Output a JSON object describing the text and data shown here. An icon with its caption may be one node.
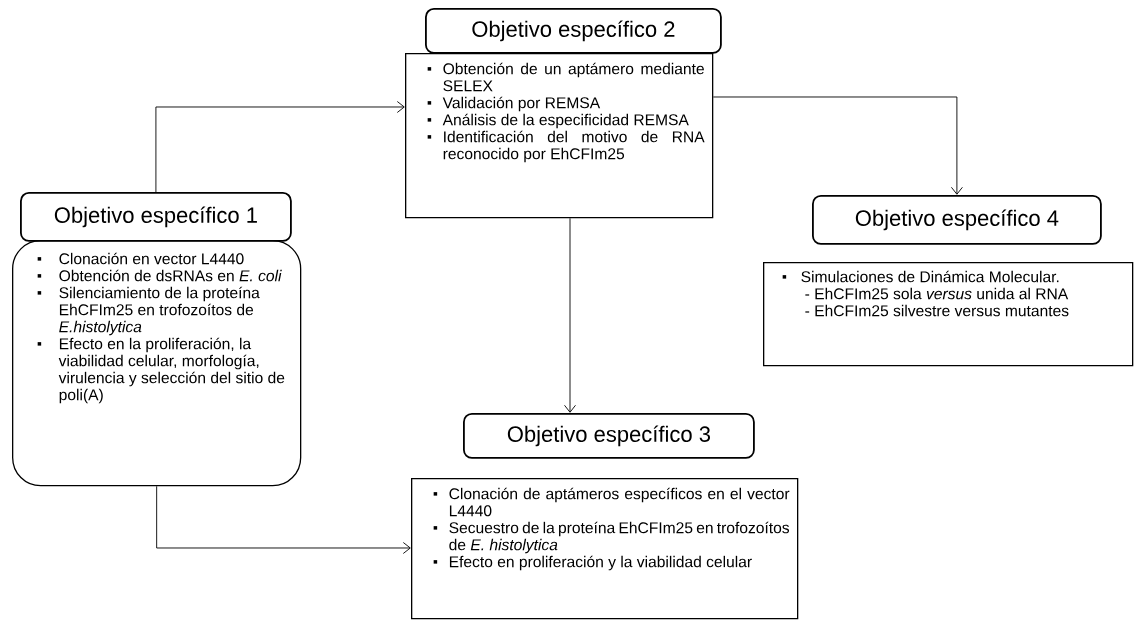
{
  "diagram": {
    "nodes": [
      {
        "text": [
          "Objetivo específico 2"
        ]
      },
      {
        "text": [
          "Obtención de un aptámero mediante SELEX",
          "Validación por REMSA",
          "Análisis de la especificidad REMSA",
          "Identificación del motivo de RNA reconocido por EhCFIm25"
        ]
      },
      {
        "text": [
          "Objetivo específico 1"
        ]
      },
      {
        "text": [
          "Clonación en vector L4440",
          "Obtención de dsRNAs en *E. coli*",
          "Silenciamiento de la proteína EhCFIm25 en trofozoítos de *E.histolytica*",
          "Efecto en  la proliferación, la viabilidad celular,  morfología, virulencia  y selección del sitio de poli(A)"
        ]
      },
      {
        "text": [
          "Objetivo específico 4"
        ]
      },
      {
        "text": [
          "Simulaciones de Dinámica Molecular.",
          "- EhCFIm25 sola *versus* unida al RNA",
          "- EhCFIm25 silvestre versus mutantes"
        ]
      },
      {
        "text": [
          "Objetivo específico 3"
        ]
      },
      {
        "text": [
          "Clonación de aptámeros específicos en el vector L4440",
          "Secuestro de la proteína EhCFIm25 en trofozoítos de *E. histolytica*",
          "Efecto en proliferación y la viabilidad celular"
        ]
      }
    ],
    "edges": [
      {
        "from": 2,
        "to": 1,
        "arrow": "to"
      },
      {
        "from": 3,
        "to": 7,
        "arrow": "to"
      },
      {
        "from": 1,
        "to": 4,
        "arrow": "to"
      },
      {
        "from": 1,
        "to": 6,
        "arrow": "to"
      }
    ]
  }
}
